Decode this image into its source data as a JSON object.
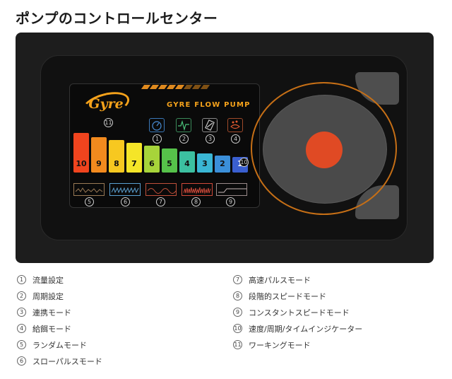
{
  "title": "ポンプのコントロールセンター",
  "device": {
    "brand": "GYRE FLOW PUMP",
    "logo_text": "Gyre",
    "bars": [
      {
        "label": "10",
        "color": "#f0441e"
      },
      {
        "label": "9",
        "color": "#f28a1e"
      },
      {
        "label": "8",
        "color": "#f7c820"
      },
      {
        "label": "7",
        "color": "#f5e528"
      },
      {
        "label": "6",
        "color": "#a7d43a"
      },
      {
        "label": "5",
        "color": "#56c24a"
      },
      {
        "label": "4",
        "color": "#3cc0a0"
      },
      {
        "label": "3",
        "color": "#3ab6d4"
      },
      {
        "label": "2",
        "color": "#3b8fd9"
      },
      {
        "label": "1",
        "color": "#3a5fd0"
      }
    ],
    "markers": {
      "m1": "1",
      "m2": "2",
      "m3": "3",
      "m4": "4",
      "m5": "5",
      "m6": "6",
      "m7": "7",
      "m8": "8",
      "m9": "9",
      "m10": "10",
      "m11": "11"
    },
    "wave_colors": [
      "#9a7a55",
      "#5aa0d0",
      "#c0503a",
      "#d04a3a",
      "#9a8a8a"
    ],
    "accent": "#e04a24"
  },
  "legend": {
    "left": [
      {
        "num": "1",
        "label": "流量設定"
      },
      {
        "num": "2",
        "label": "周期設定"
      },
      {
        "num": "3",
        "label": "連携モード"
      },
      {
        "num": "4",
        "label": "給餌モード"
      },
      {
        "num": "5",
        "label": "ランダムモード"
      },
      {
        "num": "6",
        "label": "スローパルスモード"
      }
    ],
    "right": [
      {
        "num": "7",
        "label": "高速パルスモード"
      },
      {
        "num": "8",
        "label": "段階的スピードモード"
      },
      {
        "num": "9",
        "label": "コンスタントスピードモード"
      },
      {
        "num": "10",
        "label": "速度/周期/タイムインジケーター"
      },
      {
        "num": "11",
        "label": "ワーキングモード"
      }
    ]
  }
}
